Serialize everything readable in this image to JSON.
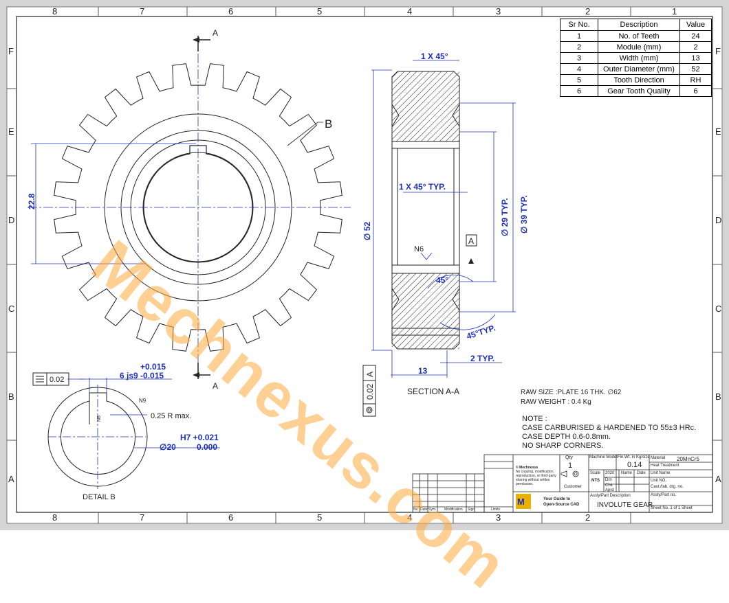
{
  "border": {
    "columns_top": [
      "8",
      "7",
      "6",
      "5",
      "4",
      "3",
      "2",
      "1"
    ],
    "columns_bottom": [
      "8",
      "7",
      "6",
      "5",
      "4",
      "3",
      "2"
    ],
    "rows_left": [
      "F",
      "E",
      "D",
      "C",
      "B",
      "A"
    ],
    "rows_right": [
      "F",
      "E",
      "D",
      "C",
      "B",
      "A"
    ]
  },
  "spec_table": {
    "headers": [
      "Sr No.",
      "Description",
      "Value"
    ],
    "rows": [
      [
        "1",
        "No. of Teeth",
        "24"
      ],
      [
        "2",
        "Module (mm)",
        "2"
      ],
      [
        "3",
        "Width (mm)",
        "13"
      ],
      [
        "4",
        "Outer Diameter (mm)",
        "52"
      ],
      [
        "5",
        "Tooth Direction",
        "RH"
      ],
      [
        "6",
        "Gear Tooth Quality",
        "6"
      ]
    ]
  },
  "front_view": {
    "section_mark": "A",
    "detail_label": "B",
    "dim_keyway_height": "22.8"
  },
  "section": {
    "title": "SECTION A-A",
    "chamfer_top": "1 X 45°",
    "chamfer_bore": "1 X 45° TYP.",
    "dia_29": "∅ 29 TYP.",
    "dia_39": "∅ 39 TYP.",
    "dia_52": "∅ 52",
    "surface": "N6",
    "datum": "A",
    "angle_45": "45°",
    "angle_45_typ": "45°TYP.",
    "dim_2_typ": "2 TYP.",
    "dim_13": "13",
    "flatness_val": "0.02",
    "flatness_datum": "A"
  },
  "detail_b": {
    "title": "DETAIL B",
    "tol_upper": "+0.015",
    "keyway_width": "6 js9  -0.015",
    "sym_val": "0.02",
    "n9": "N9",
    "n6": "N6",
    "radius": "0.25 R max.",
    "bore_fit": "H7 +0.021",
    "bore_dia": "∅20",
    "bore_lower": "0.000"
  },
  "notes": {
    "raw_size": "RAW SIZE :PLATE 16 THK.  ∅62",
    "raw_weight": "RAW WEIGHT : 0.4 Kg",
    "note_title": "NOTE :",
    "line1": "CASE CARBURISED & HARDENED TO 55±3 HRc.",
    "line2": "CASE DEPTH 0.6-0.8mm.",
    "line3": "NO SHARP CORNERS."
  },
  "watermark": "Mechnexus.com",
  "title_block": {
    "qty_label": "Qty",
    "qty": "1",
    "machine_model": "Machine Model",
    "fin_wt_label": "Fin.Wt. in Kg/size",
    "fin_wt": "0.14",
    "material_label": "Material",
    "material": "20MnCr5",
    "heat_treatment": "Heat Treatment",
    "unit_name": "Unit Name",
    "unit_no": "Unit NO.",
    "cast_fab": "Cast./fab. drg. no.",
    "scale_label": "Scale",
    "scale": "NTS",
    "year": "2020",
    "name_label": "Name",
    "date_label": "Date",
    "drn": "Drn",
    "chk": "Chk",
    "aprd": "Aprd",
    "customer": "Customer",
    "assy_desc_label": "Assly/Part Description",
    "assy_desc": "INVOLUTE GEAR",
    "assy_no": "Assly/Part no.",
    "sheet": "Sheet No. 1 of 1 Sheet",
    "copyright": "© Mechnexus",
    "copyright_text": "No copying, modification, reproduction, or third-party sharing without written permission.",
    "guide_line1": "Your Guide to",
    "guide_line2": "Open-Source CAD",
    "rev_headers": [
      "No.",
      "Date",
      "Sym.",
      "Modification",
      "Sign",
      "Limits"
    ]
  }
}
